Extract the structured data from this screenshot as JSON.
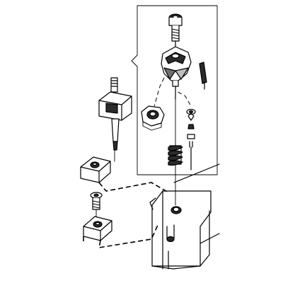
{
  "diagram": {
    "components": [
      {
        "name": "insert-clamp-screw"
      },
      {
        "name": "clamp-top"
      },
      {
        "name": "pin"
      },
      {
        "name": "torx-key"
      },
      {
        "name": "hex-nut"
      },
      {
        "name": "small-screw-washer-set"
      },
      {
        "name": "coil-spring"
      },
      {
        "name": "cutting-insert"
      },
      {
        "name": "shim-screw"
      },
      {
        "name": "shim"
      },
      {
        "name": "toolholder-body"
      }
    ],
    "colors": {
      "line": "#000000",
      "fill": "#ffffff",
      "dark": "#2b2b2b",
      "mid": "#6f6f6f",
      "light": "#bdbdbd"
    }
  }
}
